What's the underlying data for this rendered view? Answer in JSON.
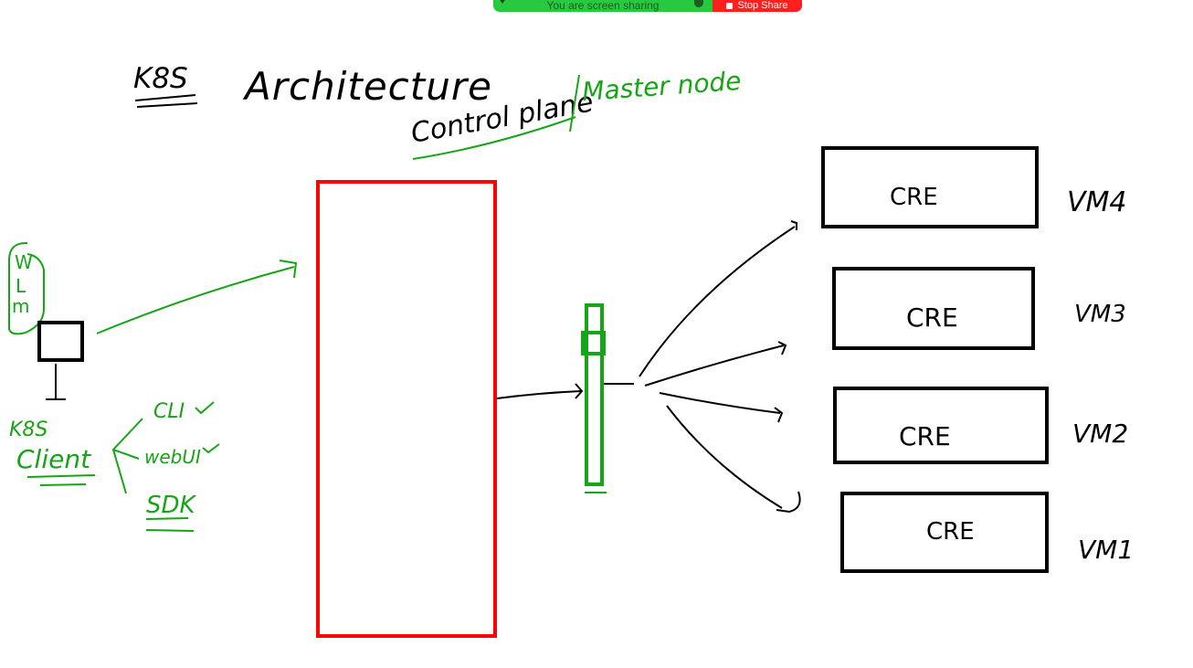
{
  "share_bar": {
    "status_text": "You are screen sharing",
    "stop_label": "Stop Share",
    "colors": {
      "bar": "#27c93f",
      "stop": "#ff1f1f"
    }
  },
  "diagram": {
    "title_k8s": "K8S",
    "title_architecture": "Architecture",
    "control_plane_label": "Control plane",
    "master_node_label": "Master node",
    "vm_letters": [
      "W",
      "L",
      "m"
    ],
    "client_label_k8s": "K8S",
    "client_label": "Client",
    "client_options": [
      "CLI",
      "webUI",
      "SDK"
    ],
    "workers": [
      {
        "cre": "CRE",
        "vm": "VM4"
      },
      {
        "cre": "CRE",
        "vm": "VM3"
      },
      {
        "cre": "CRE",
        "vm": "VM2"
      },
      {
        "cre": "CRE",
        "vm": "VM1"
      }
    ],
    "colors": {
      "ink": "#000000",
      "green": "#16a516",
      "red": "#ff0000"
    }
  }
}
